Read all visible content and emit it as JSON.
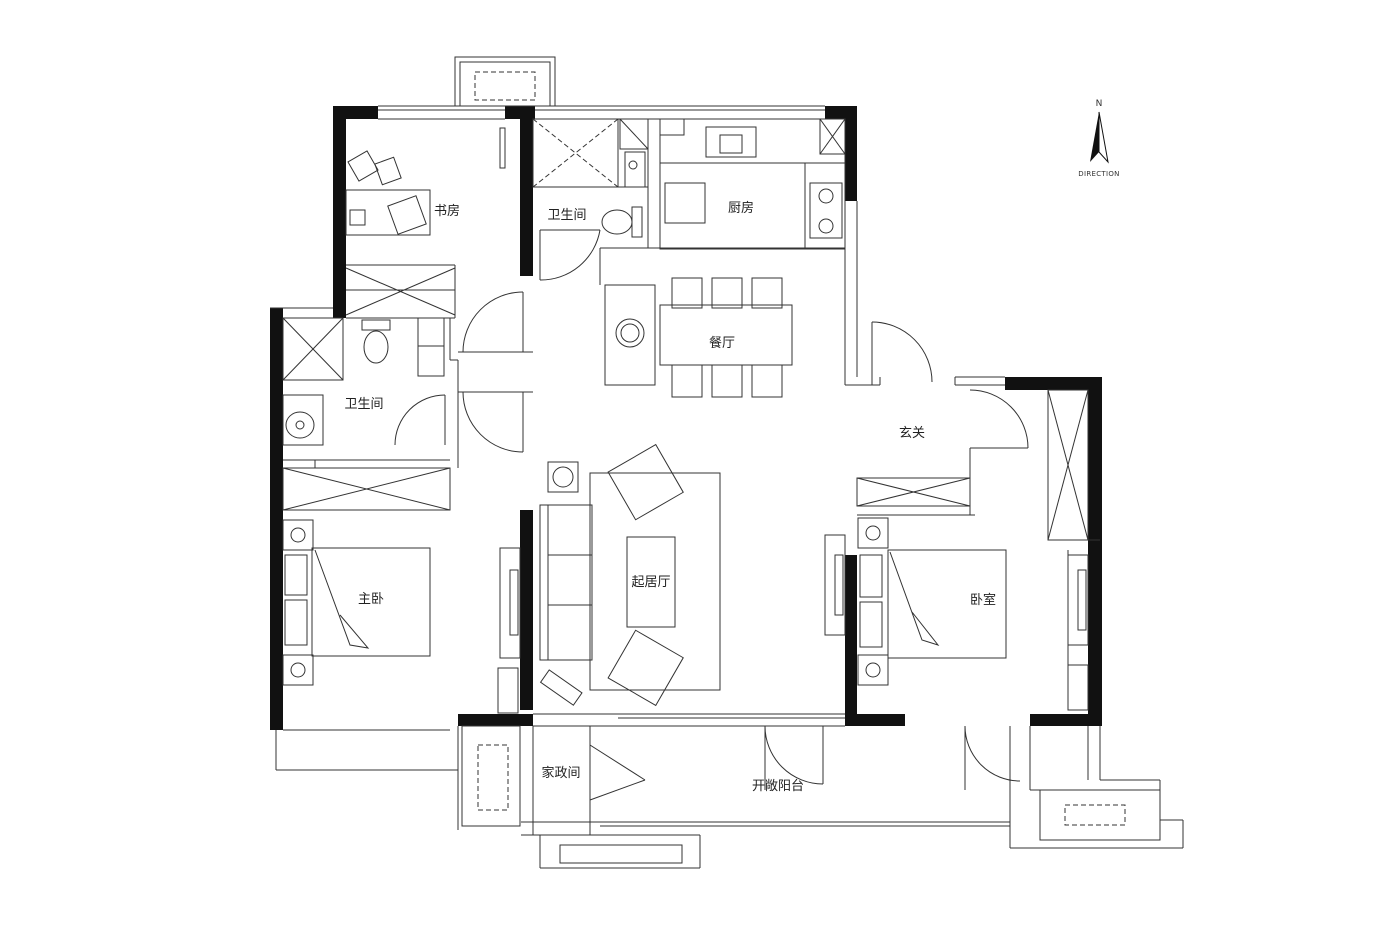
{
  "rooms": {
    "study": "书房",
    "bath_north": "卫生间",
    "kitchen": "厨房",
    "dining": "餐厅",
    "bath_west": "卫生间",
    "entrance": "玄关",
    "living": "起居厅",
    "master_bedroom": "主卧",
    "bedroom": "卧室",
    "utility": "家政间",
    "balcony": "开敞阳台"
  },
  "compass": {
    "north_letter": "N",
    "caption": "DIRECTION"
  },
  "colors": {
    "wall": "#111111",
    "line": "#333333",
    "background": "#ffffff"
  }
}
